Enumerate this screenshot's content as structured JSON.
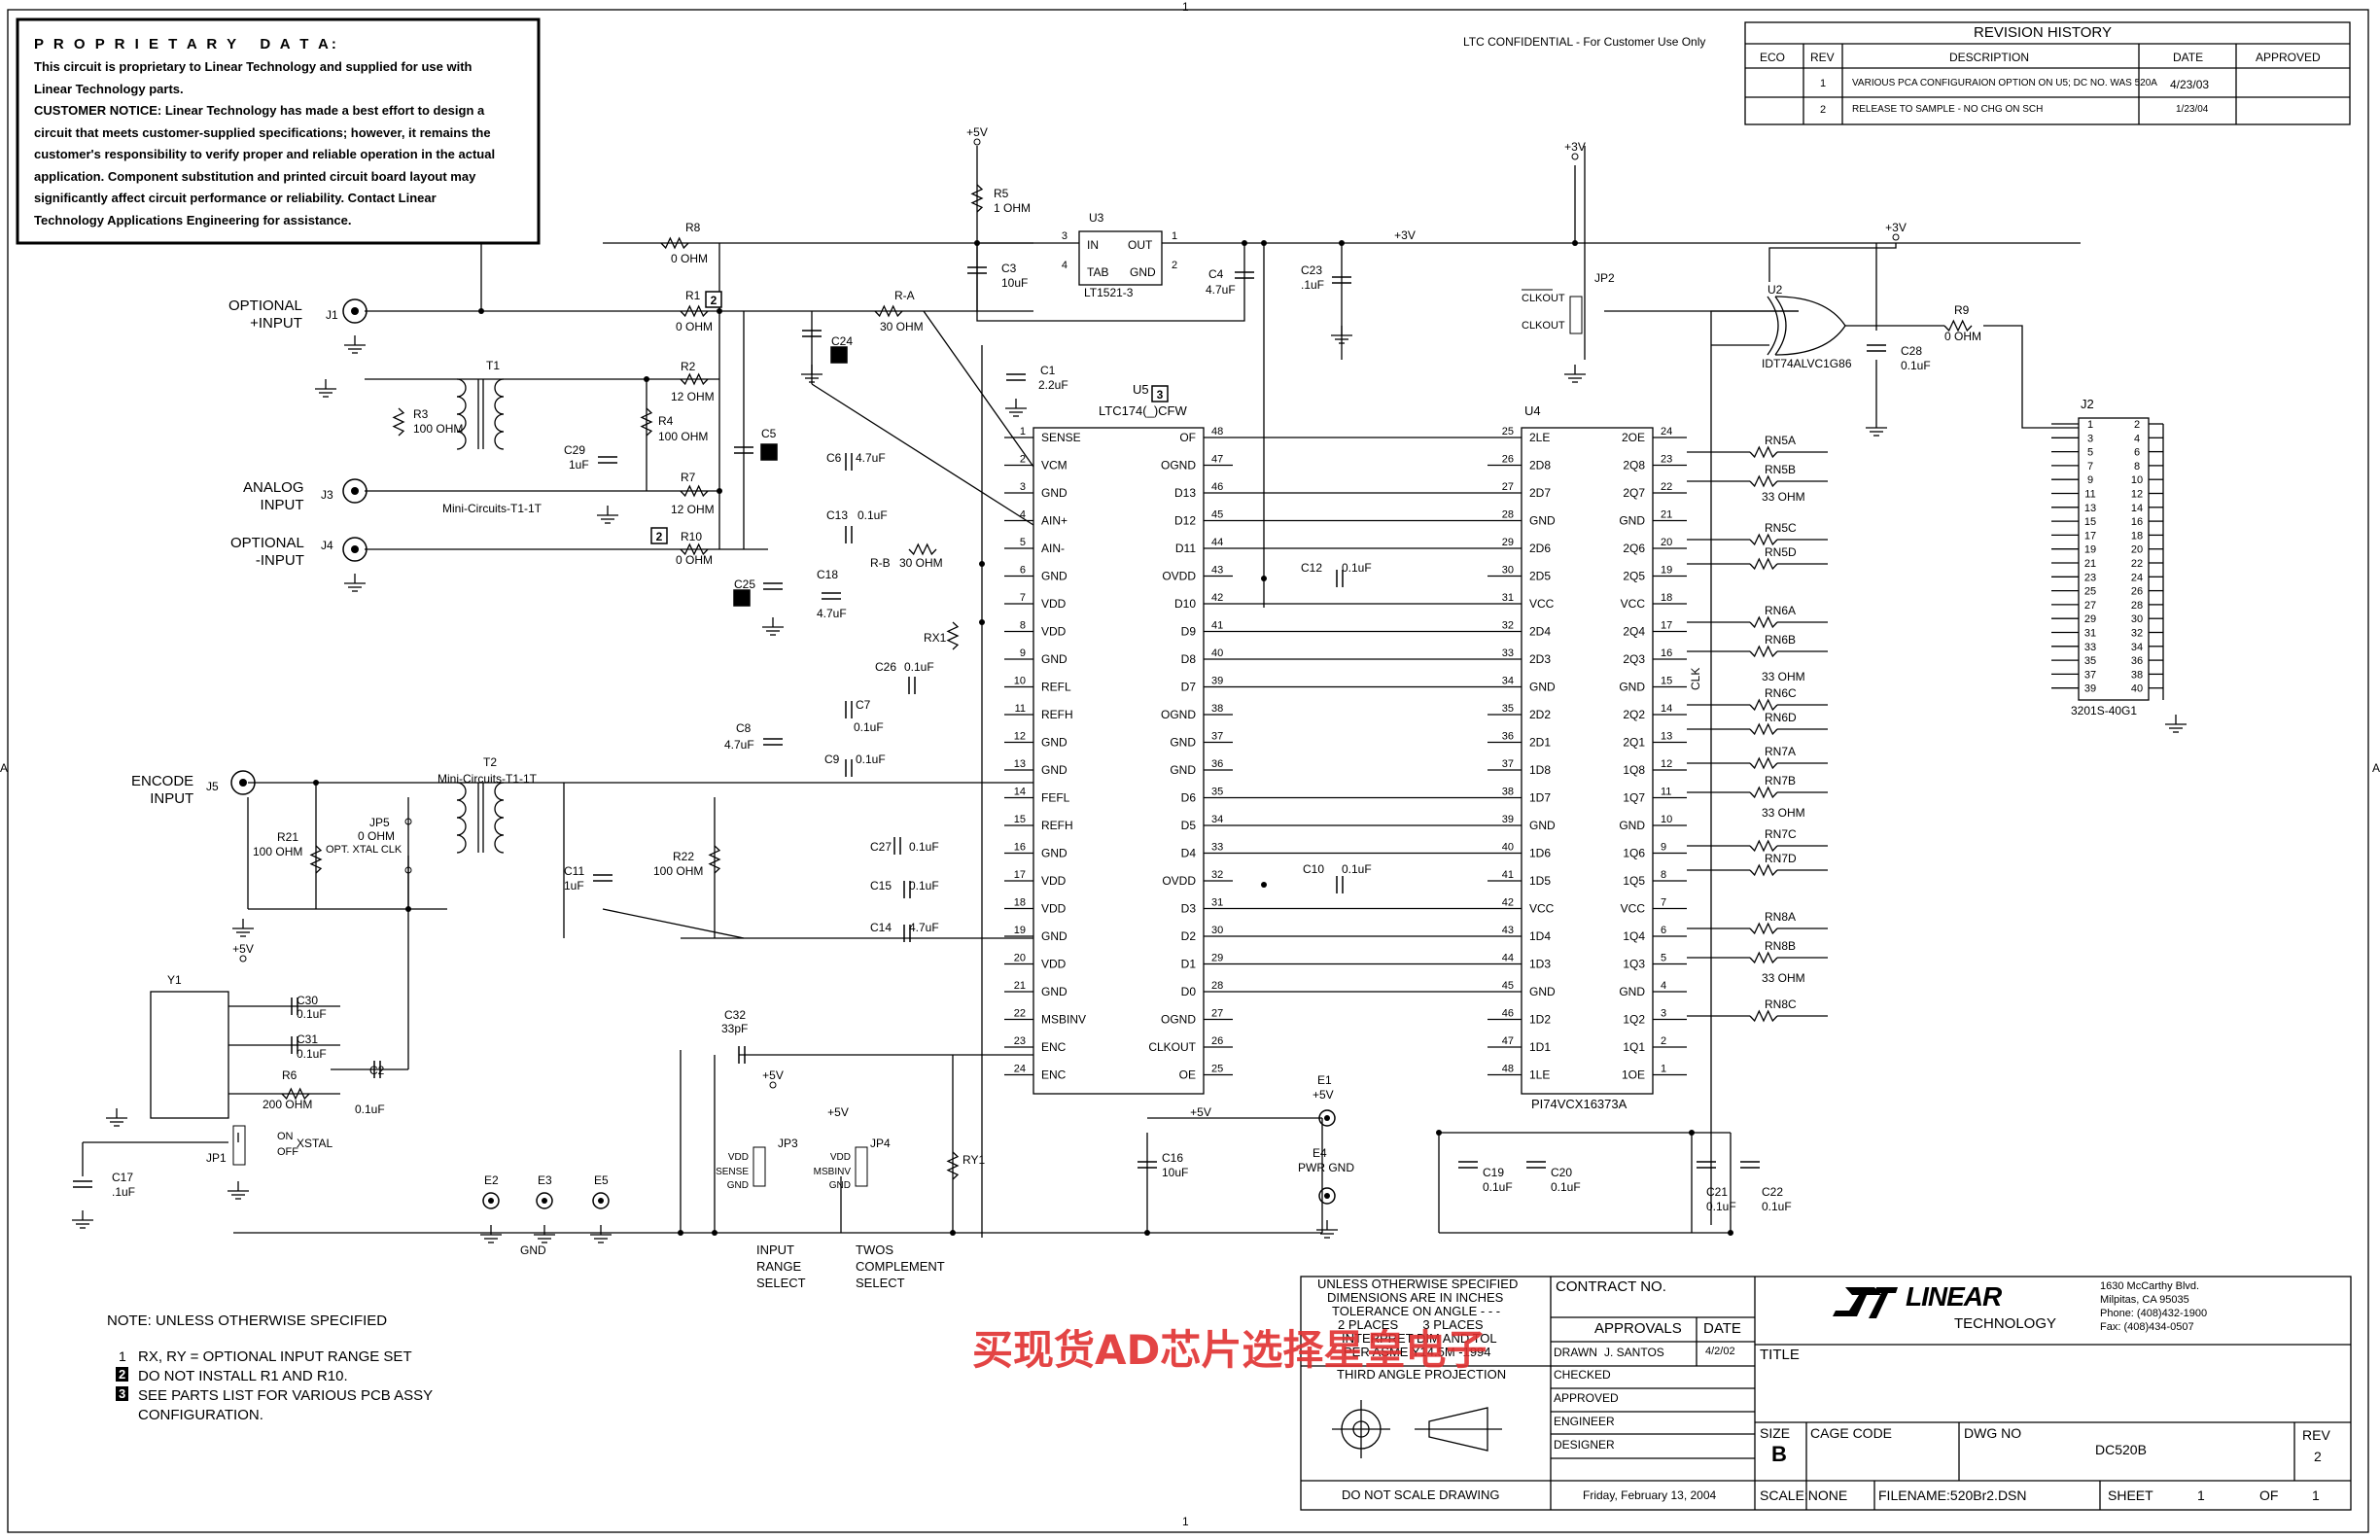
{
  "frame": {
    "top_zone": "1",
    "bottom_zone": "1",
    "left_zone": "A",
    "right_zone": "A"
  },
  "confidential": "LTC CONFIDENTIAL - For Customer Use Only",
  "proprietary": {
    "title": "P R O P R I E T A R Y   D A T A:",
    "lines": [
      "This circuit is proprietary to Linear Technology and supplied for use with",
      "Linear Technology parts.",
      "CUSTOMER NOTICE:  Linear Technology has made a best effort to design a",
      "circuit that meets customer-supplied specifications; however, it remains the",
      "customer's responsibility to verify proper and reliable operation in the actual",
      "application.  Component substitution and printed circuit board layout may",
      "significantly affect circuit performance or reliability.  Contact Linear",
      "Technology Applications Engineering for assistance."
    ]
  },
  "revision": {
    "title": "REVISION HISTORY",
    "headers": [
      "ECO",
      "REV",
      "DESCRIPTION",
      "DATE",
      "APPROVED"
    ],
    "rows": [
      {
        "eco": "",
        "rev": "1",
        "desc": "VARIOUS PCA CONFIGURAION OPTION ON U5; DC NO. WAS 520A",
        "date": "4/23/03",
        "approved": ""
      },
      {
        "eco": "",
        "rev": "2",
        "desc": "RELEASE TO SAMPLE - NO CHG ON SCH",
        "date": "1/23/04",
        "approved": ""
      }
    ]
  },
  "inputs": {
    "j1": "OPTIONAL\n+INPUT",
    "j3": "ANALOG\nINPUT",
    "j4": "OPTIONAL\n-INPUT",
    "j5": "ENCODE\nINPUT"
  },
  "refs": {
    "j1": "J1",
    "j3": "J3",
    "j4": "J4",
    "j5": "J5",
    "t1": "T1",
    "t2": "T2",
    "t1_name": "Mini-Circuits-T1-1T",
    "t2_name": "Mini-Circuits-T1-1T",
    "r8": "R8",
    "r8v": "0 OHM",
    "r1": "R1",
    "r1v": "0 OHM",
    "ra": "R-A",
    "rav": "30 OHM",
    "r2": "R2",
    "r2v": "12 OHM",
    "r3": "R3",
    "r3v": "100 OHM",
    "r4": "R4",
    "r4v": "100 OHM",
    "r7": "R7",
    "r7v": "12 OHM",
    "r10": "R10",
    "r10v": "0 OHM",
    "rb": "R-B",
    "rbv": "30 OHM",
    "c29": "C29",
    "c29v": "1uF",
    "c5": "C5",
    "c24": "C24",
    "c25": "C25",
    "r5": "R5",
    "r5v": "1 OHM",
    "u3": "U3",
    "u3name": "LT1521-3",
    "c3": "C3",
    "c3v": "10uF",
    "c4": "C4",
    "c4v": "4.7uF",
    "c23": "C23",
    "c23v": ".1uF",
    "c1": "C1",
    "c1v": "2.2uF",
    "u5": "U5",
    "u5name": "LTC174(_)CFW",
    "c6": "C6",
    "c6v": "4.7uF",
    "c13": "C13",
    "c13v": "0.1uF",
    "c18": "C18",
    "c18v": "4.7uF",
    "rx1": "RX1",
    "c26": "C26",
    "c26v": "0.1uF",
    "c7": "C7",
    "c7v": "0.1uF",
    "c8": "C8",
    "c8v": "4.7uF",
    "c9": "C9",
    "c9v": "0.1uF",
    "c27": "C27",
    "c27v": "0.1uF",
    "c15": "C15",
    "c15v": "0.1uF",
    "c14": "C14",
    "c14v": "4.7uF",
    "c12": "C12",
    "c12v": "0.1uF",
    "c10": "C10",
    "c10v": "0.1uF",
    "r21": "R21",
    "r21v": "100 OHM",
    "jp5": "JP5",
    "jp5v": "0 OHM",
    "jp5d": "OPT. XTAL CLK",
    "c11": "C11",
    "c11v": "1uF",
    "r22": "R22",
    "r22v": "100 OHM",
    "c32": "C32",
    "c32v": "33pF",
    "y1": "Y1",
    "c30": "C30",
    "c30v": "0.1uF",
    "c31": "C31",
    "c31v": "0.1uF",
    "r6": "R6",
    "r6v": "200 OHM",
    "c2": "C2",
    "c2v": "0.1uF",
    "c17": "C17",
    "c17v": ".1uF",
    "jp1": "JP1",
    "on": "ON",
    "off": "OFF",
    "xstal": "XSTAL",
    "jp2": "JP2",
    "clkout": "CLKOUT",
    "clkoutb": "CLKOUT",
    "u2": "U2",
    "u2name": "IDT74ALVC1G86",
    "c28": "C28",
    "c28v": "0.1uF",
    "r9": "R9",
    "r9v": "0 OHM",
    "u4": "U4",
    "u4name": "PI74VCX16373A",
    "j2": "J2",
    "j2name": "3201S-40G1",
    "jp3": "JP3",
    "jp4": "JP4",
    "ry1": "RY1",
    "c16": "C16",
    "c16v": "10uF",
    "e1": "E1",
    "e4": "E4",
    "e1v": "+5V",
    "e4v": "PWR GND",
    "e2": "E2",
    "e3": "E3",
    "e5": "E5",
    "gnd": "GND",
    "c19": "C19",
    "c19v": "0.1uF",
    "c20": "C20",
    "c20v": "0.1uF",
    "c21": "C21",
    "c21v": "0.1uF",
    "c22": "C22",
    "c22v": "0.1uF",
    "clk": "CLK",
    "jp3l1": "VDD",
    "jp3l2": "SENSE",
    "jp3l3": "GND",
    "jp4l1": "VDD",
    "jp4l2": "MSBINV",
    "jp4l3": "GND",
    "inrange": "INPUT\nRANGE\nSELECT",
    "twos": "TWOS\nCOMPLEMENT\nSELECT"
  },
  "rails": {
    "p5": "+5V",
    "p3": "+3V"
  },
  "u5_left": [
    {
      "pin": "1",
      "name": "SENSE"
    },
    {
      "pin": "2",
      "name": "VCM"
    },
    {
      "pin": "3",
      "name": "GND"
    },
    {
      "pin": "4",
      "name": "AIN+"
    },
    {
      "pin": "5",
      "name": "AIN-"
    },
    {
      "pin": "6",
      "name": "GND"
    },
    {
      "pin": "7",
      "name": "VDD"
    },
    {
      "pin": "8",
      "name": "VDD"
    },
    {
      "pin": "9",
      "name": "GND"
    },
    {
      "pin": "10",
      "name": "REFL"
    },
    {
      "pin": "11",
      "name": "REFH"
    },
    {
      "pin": "12",
      "name": "GND"
    },
    {
      "pin": "13",
      "name": "GND"
    },
    {
      "pin": "14",
      "name": "FEFL"
    },
    {
      "pin": "15",
      "name": "REFH"
    },
    {
      "pin": "16",
      "name": "GND"
    },
    {
      "pin": "17",
      "name": "VDD"
    },
    {
      "pin": "18",
      "name": "VDD"
    },
    {
      "pin": "19",
      "name": "GND"
    },
    {
      "pin": "20",
      "name": "VDD"
    },
    {
      "pin": "21",
      "name": "GND"
    },
    {
      "pin": "22",
      "name": "MSBINV"
    },
    {
      "pin": "23",
      "name": "ENC"
    },
    {
      "pin": "24",
      "name": "ENC"
    }
  ],
  "u5_right": [
    {
      "pin": "48",
      "name": "OF"
    },
    {
      "pin": "47",
      "name": "OGND"
    },
    {
      "pin": "46",
      "name": "D13"
    },
    {
      "pin": "45",
      "name": "D12"
    },
    {
      "pin": "44",
      "name": "D11"
    },
    {
      "pin": "43",
      "name": "OVDD"
    },
    {
      "pin": "42",
      "name": "D10"
    },
    {
      "pin": "41",
      "name": "D9"
    },
    {
      "pin": "40",
      "name": "D8"
    },
    {
      "pin": "39",
      "name": "D7"
    },
    {
      "pin": "38",
      "name": "OGND"
    },
    {
      "pin": "37",
      "name": "GND"
    },
    {
      "pin": "36",
      "name": "GND"
    },
    {
      "pin": "35",
      "name": "D6"
    },
    {
      "pin": "34",
      "name": "D5"
    },
    {
      "pin": "33",
      "name": "D4"
    },
    {
      "pin": "32",
      "name": "OVDD"
    },
    {
      "pin": "31",
      "name": "D3"
    },
    {
      "pin": "30",
      "name": "D2"
    },
    {
      "pin": "29",
      "name": "D1"
    },
    {
      "pin": "28",
      "name": "D0"
    },
    {
      "pin": "27",
      "name": "OGND"
    },
    {
      "pin": "26",
      "name": "CLKOUT"
    },
    {
      "pin": "25",
      "name": "OE"
    }
  ],
  "u4_left": [
    {
      "pin": "25",
      "name": "2LE"
    },
    {
      "pin": "26",
      "name": "2D8"
    },
    {
      "pin": "27",
      "name": "2D7"
    },
    {
      "pin": "28",
      "name": "GND"
    },
    {
      "pin": "29",
      "name": "2D6"
    },
    {
      "pin": "30",
      "name": "2D5"
    },
    {
      "pin": "31",
      "name": "VCC"
    },
    {
      "pin": "32",
      "name": "2D4"
    },
    {
      "pin": "33",
      "name": "2D3"
    },
    {
      "pin": "34",
      "name": "GND"
    },
    {
      "pin": "35",
      "name": "2D2"
    },
    {
      "pin": "36",
      "name": "2D1"
    },
    {
      "pin": "37",
      "name": "1D8"
    },
    {
      "pin": "38",
      "name": "1D7"
    },
    {
      "pin": "39",
      "name": "GND"
    },
    {
      "pin": "40",
      "name": "1D6"
    },
    {
      "pin": "41",
      "name": "1D5"
    },
    {
      "pin": "42",
      "name": "VCC"
    },
    {
      "pin": "43",
      "name": "1D4"
    },
    {
      "pin": "44",
      "name": "1D3"
    },
    {
      "pin": "45",
      "name": "GND"
    },
    {
      "pin": "46",
      "name": "1D2"
    },
    {
      "pin": "47",
      "name": "1D1"
    },
    {
      "pin": "48",
      "name": "1LE"
    }
  ],
  "u4_right": [
    {
      "pin": "24",
      "name": "2OE"
    },
    {
      "pin": "23",
      "name": "2Q8"
    },
    {
      "pin": "22",
      "name": "2Q7"
    },
    {
      "pin": "21",
      "name": "GND"
    },
    {
      "pin": "20",
      "name": "2Q6"
    },
    {
      "pin": "19",
      "name": "2Q5"
    },
    {
      "pin": "18",
      "name": "VCC"
    },
    {
      "pin": "17",
      "name": "2Q4"
    },
    {
      "pin": "16",
      "name": "2Q3"
    },
    {
      "pin": "15",
      "name": "GND"
    },
    {
      "pin": "14",
      "name": "2Q2"
    },
    {
      "pin": "13",
      "name": "2Q1"
    },
    {
      "pin": "12",
      "name": "1Q8"
    },
    {
      "pin": "11",
      "name": "1Q7"
    },
    {
      "pin": "10",
      "name": "GND"
    },
    {
      "pin": "9",
      "name": "1Q6"
    },
    {
      "pin": "8",
      "name": "1Q5"
    },
    {
      "pin": "7",
      "name": "VCC"
    },
    {
      "pin": "6",
      "name": "1Q4"
    },
    {
      "pin": "5",
      "name": "1Q3"
    },
    {
      "pin": "4",
      "name": "GND"
    },
    {
      "pin": "3",
      "name": "1Q2"
    },
    {
      "pin": "2",
      "name": "1Q1"
    },
    {
      "pin": "1",
      "name": "1OE"
    }
  ],
  "rn_labels": [
    "RN5A",
    "RN5B",
    "RN5C",
    "RN5D",
    "RN6A",
    "RN6B",
    "RN6C",
    "RN6D",
    "RN7A",
    "RN7B",
    "RN7C",
    "RN7D",
    "RN8A",
    "RN8B",
    "RN8C"
  ],
  "rn_value": "33 OHM",
  "j2_left": [
    "1",
    "3",
    "5",
    "7",
    "9",
    "11",
    "13",
    "15",
    "17",
    "19",
    "21",
    "23",
    "25",
    "27",
    "29",
    "31",
    "33",
    "35",
    "37",
    "39"
  ],
  "j2_right": [
    "2",
    "4",
    "6",
    "8",
    "10",
    "12",
    "14",
    "16",
    "18",
    "20",
    "22",
    "24",
    "26",
    "28",
    "30",
    "32",
    "34",
    "36",
    "38",
    "40"
  ],
  "notes": {
    "header": "NOTE: UNLESS OTHERWISE SPECIFIED",
    "n1": "RX, RY =  OPTIONAL INPUT RANGE SET",
    "n2": "DO NOT INSTALL R1 AND R10.",
    "n3": "SEE PARTS LIST FOR VARIOUS PCB ASSY",
    "n3b": "CONFIGURATION.",
    "n1num": "1",
    "n2num": "2",
    "n3num": "3"
  },
  "titleblock": {
    "tol1": "UNLESS OTHERWISE SPECIFIED",
    "tol2": "DIMENSIONS ARE IN INCHES",
    "tol3": "TOLERANCE ON ANGLE - - -",
    "tol4": "2 PLACES       3 PLACES",
    "tol5": "INTERPRET DIM AND TOL",
    "tol6": "PER ASME Y14.5M -1994",
    "third": "THIRD ANGLE PROJECTION",
    "noscale": "DO NOT SCALE DRAWING",
    "date_printed": "Friday, February 13, 2004",
    "contract": "CONTRACT NO.",
    "approvals": "APPROVALS",
    "date": "DATE",
    "drawn": "DRAWN",
    "drawn_by": "J. SANTOS",
    "drawn_date": "4/2/02",
    "checked": "CHECKED",
    "approved": "APPROVED",
    "engineer": "ENGINEER",
    "designer": "DESIGNER",
    "company": "TECHNOLOGY",
    "logo": "LINEAR",
    "addr1": "1630 McCarthy Blvd.",
    "addr2": "Milpitas, CA 95035",
    "addr3": "Phone: (408)432-1900",
    "addr4": "Fax: (408)434-0507",
    "title": "TITLE",
    "size": "SIZE",
    "size_v": "B",
    "cage": "CAGE CODE",
    "dwgno": "DWG NO",
    "dwgno_v": "DC520B",
    "rev": "REV",
    "rev_v": "2",
    "scale": "SCALE:NONE",
    "filename": "FILENAME:520Br2.DSN",
    "sheet": "SHEET",
    "sheet_v": "1",
    "of": "OF",
    "of_v": "1"
  },
  "watermark": "买现货AD芯片选择星皇电子",
  "colors": {
    "ink": "#000000",
    "watermark": "#e03030",
    "paper": "#ffffff"
  }
}
